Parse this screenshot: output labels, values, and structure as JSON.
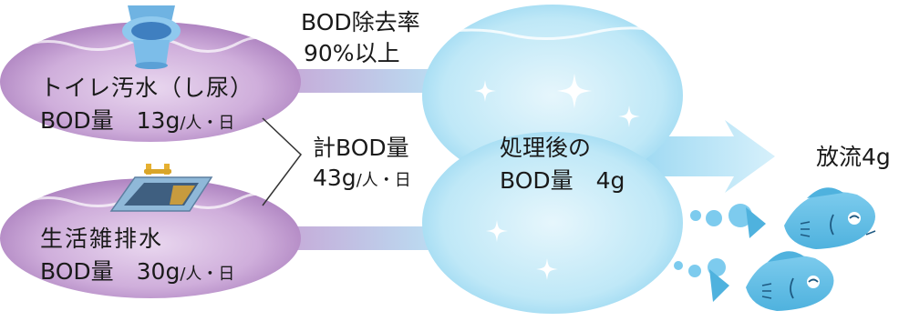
{
  "removal": {
    "line1": "BOD除去率",
    "line2": "90%以上"
  },
  "toilet": {
    "title": "トイレ汚水（し尿）",
    "value_prefix": "BOD量　13g",
    "value_unit": "/人・日"
  },
  "domestic": {
    "title": "生活雑排水",
    "value_prefix": "BOD量　30g",
    "value_unit": "/人・日"
  },
  "total": {
    "label": "計BOD量",
    "value_prefix": "43g",
    "value_unit": "/人・日"
  },
  "treated": {
    "line1": "処理後の",
    "line2": "BOD量　4g"
  },
  "discharge": {
    "label": "放流4g"
  },
  "colors": {
    "lavender": "#c59fd3",
    "lavender_dark": "#8f5ea6",
    "water": "#aee0f5",
    "water_light": "#d9f1fb",
    "fish": "#63bfe6"
  },
  "icons": [
    "toilet-icon",
    "sink-icon",
    "sparkle-icon",
    "fish-icon",
    "bubble-icon",
    "arrow-icon"
  ]
}
